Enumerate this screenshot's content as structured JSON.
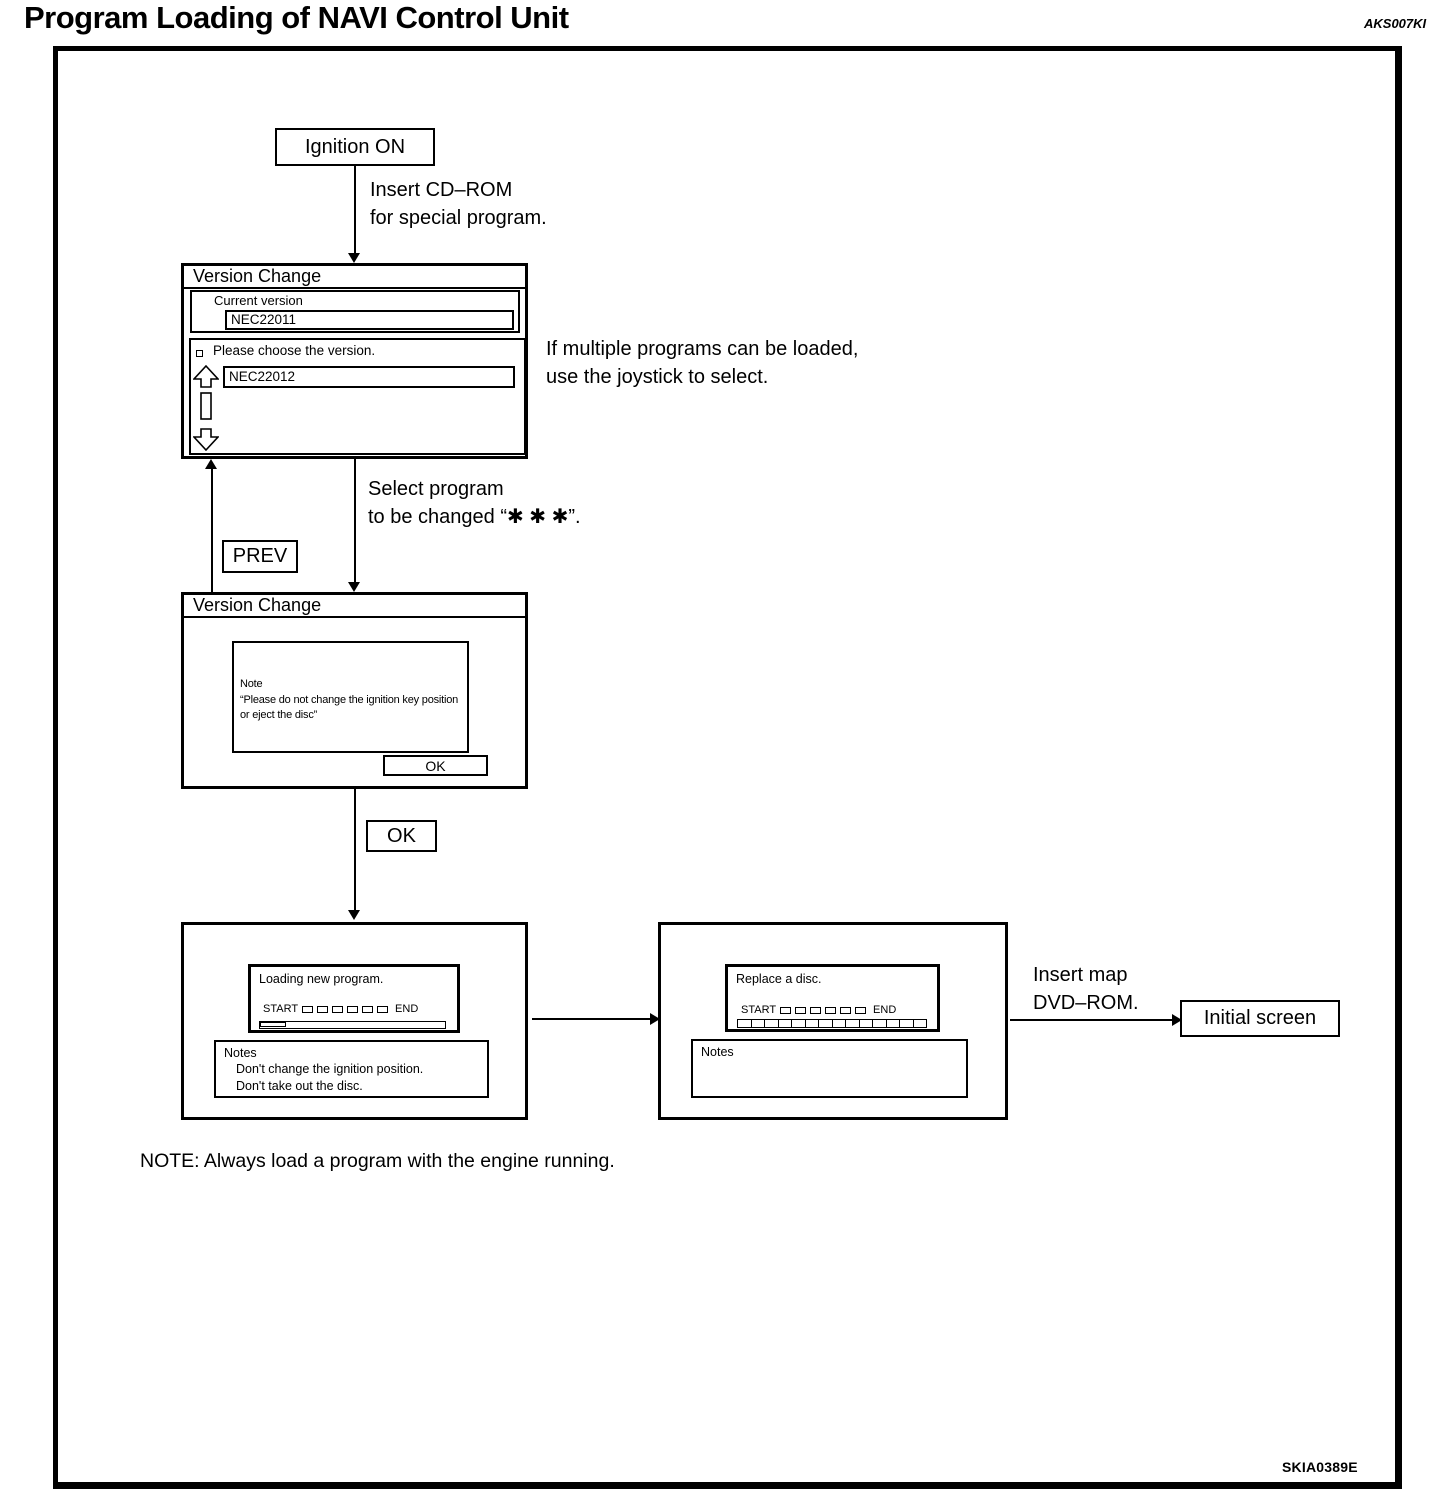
{
  "page": {
    "title": "Program Loading of NAVI Control Unit",
    "ref_code": "AKS007KI",
    "figure_code": "SKIA0389E",
    "footer_note": "NOTE: Always load a program with the engine running."
  },
  "flow": {
    "ignition_label": "Ignition ON",
    "insert_cdrom_line1": "Insert CD–ROM",
    "insert_cdrom_line2": "for special program.",
    "multi_program_line1": "If multiple programs can be loaded,",
    "multi_program_line2": "use the joystick to select.",
    "select_program_line1": "Select program",
    "select_program_line2": "to be changed “✱ ✱ ✱”.",
    "prev_label": "PREV",
    "ok_label": "OK",
    "insert_dvd_line1": "Insert map",
    "insert_dvd_line2": "DVD–ROM.",
    "initial_screen_label": "Initial screen"
  },
  "version_select_screen": {
    "title": "Version Change",
    "current_version_label": "Current version",
    "current_version_value": "NEC22011",
    "choose_prompt": "Please choose the version.",
    "choose_value": "NEC22012"
  },
  "note_screen": {
    "title": "Version Change",
    "note_title": "Note",
    "note_line1": "“Please do not change the ignition key position",
    "note_line2": "or eject the disc”",
    "ok_label": "OK"
  },
  "loading_screen": {
    "message": "Loading new program.",
    "start_label": "START",
    "end_label": "END",
    "segment_count": 6,
    "notes_title": "Notes",
    "note_line1": "Don't change the ignition position.",
    "note_line2": "Don't take out the disc.",
    "progress_cells": 1
  },
  "replace_screen": {
    "message": "Replace a disc.",
    "start_label": "START",
    "end_label": "END",
    "segment_count": 6,
    "bar_cell_count": 14,
    "notes_title": "Notes"
  }
}
